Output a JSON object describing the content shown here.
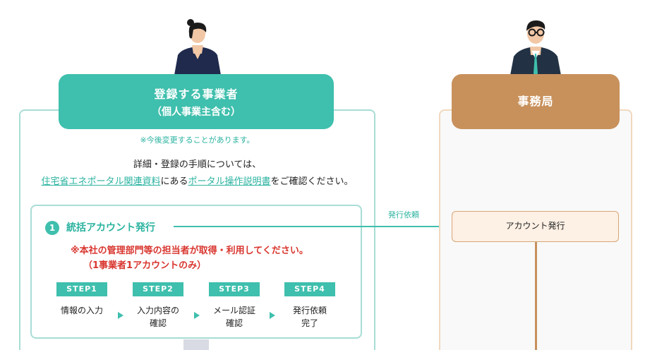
{
  "registrant": {
    "title": "登録する事業者",
    "subtitle": "（個人事業主含む）",
    "note": "※今後変更することがあります。",
    "detail_line1": "詳細・登録の手順については、",
    "detail_link1": "住宅省エネポータル関連資料",
    "detail_mid": "にある",
    "detail_link2": "ポータル操作説明書",
    "detail_end": "をご確認ください。",
    "issue_number": "1",
    "issue_title": "統括アカウント発行",
    "warning1": "※本社の管理部門等の担当者が取得・利用してください。",
    "warning2": "（1事業者1アカウントのみ）",
    "steps": [
      {
        "badge": "STEP1",
        "label": "情報の入力"
      },
      {
        "badge": "STEP2",
        "label": "入力内容の\n確認"
      },
      {
        "badge": "STEP3",
        "label": "メール認証\n確認"
      },
      {
        "badge": "STEP4",
        "label": "発行依頼\n完了"
      }
    ]
  },
  "office": {
    "title": "事務局",
    "account_box": "アカウント発行"
  },
  "arrow_label": "発行依頼",
  "colors": {
    "teal": "#3fbfad",
    "brown": "#c8915c",
    "warning_red": "#d9362f"
  },
  "icons": [
    "woman-avatar-icon",
    "man-avatar-icon",
    "step-arrow-icon"
  ]
}
